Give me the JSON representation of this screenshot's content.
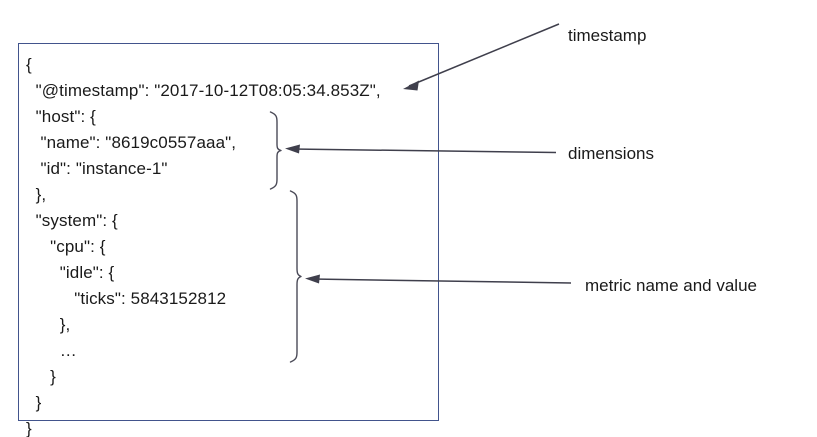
{
  "figure": {
    "title": "Metric document structure diagram",
    "background_color": "#ffffff",
    "box_border_color": "#42548c",
    "annotation_color": "#3f3f4c",
    "text_color": "#1a1a1a"
  },
  "document": {
    "lines": [
      "{",
      "  \"@timestamp\": \"2017-10-12T08:05:34.853Z\",",
      "  \"host\": {",
      "   \"name\": \"8619c0557aaa\",",
      "   \"id\": \"instance-1\"",
      "  },",
      "  \"system\": {",
      "     \"cpu\": {",
      "       \"idle\": {",
      "          \"ticks\": 5843152812",
      "       },",
      "       …",
      "     }",
      "  }",
      "}"
    ],
    "fields": {
      "timestamp_key": "@timestamp",
      "timestamp_value": "2017-10-12T08:05:34.853Z",
      "host_name_key": "name",
      "host_name_value": "8619c0557aaa",
      "host_id_key": "id",
      "host_id_value": "instance-1",
      "metric_path": "system.cpu.idle.ticks",
      "metric_value": "5843152812",
      "ellipsis": "…"
    }
  },
  "callouts": [
    {
      "id": "timestamp",
      "label": "timestamp"
    },
    {
      "id": "dimensions",
      "label": "dimensions"
    },
    {
      "id": "metric",
      "label": "metric name and value"
    }
  ],
  "callout_labels": {
    "timestamp": "timestamp",
    "dimensions": "dimensions",
    "metric": "metric name and value"
  }
}
